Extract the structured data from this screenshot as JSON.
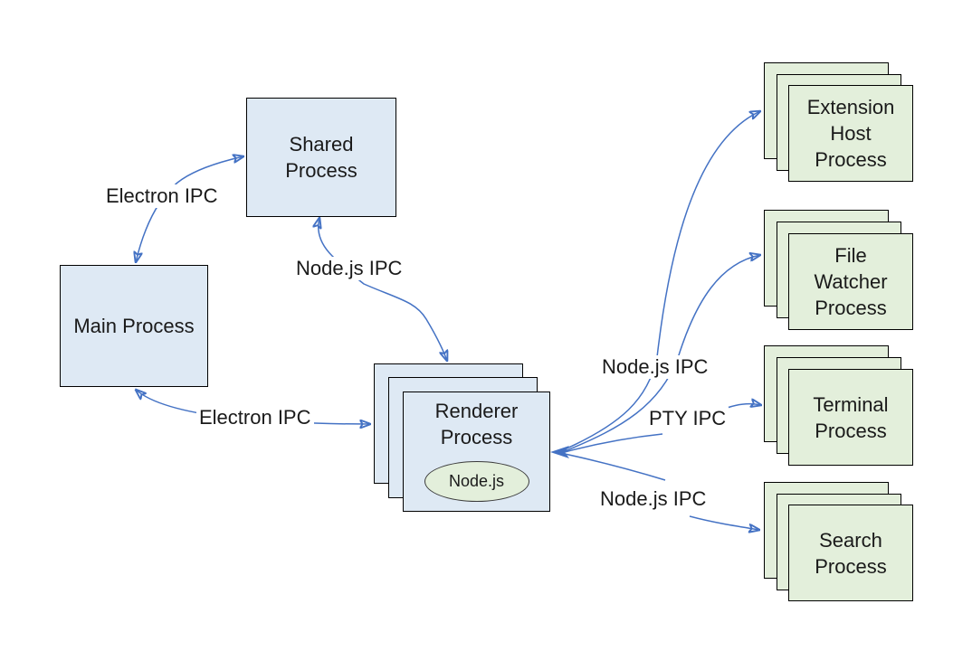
{
  "colors": {
    "arrow": "#4472c4",
    "box_blue_fill": "#dee9f4",
    "box_green_fill": "#e3efdb",
    "box_border": "#000000",
    "ellipse_fill": "#e3efdb",
    "text": "#1a1a1a",
    "background": "#ffffff"
  },
  "nodes": {
    "shared": {
      "label": "Shared\nProcess"
    },
    "main": {
      "label": "Main Process"
    },
    "renderer": {
      "label": "Renderer\nProcess",
      "runtime_badge": "Node.js"
    },
    "extension_host": {
      "label": "Extension\nHost\nProcess"
    },
    "file_watcher": {
      "label": "File\nWatcher\nProcess"
    },
    "terminal": {
      "label": "Terminal\nProcess"
    },
    "search": {
      "label": "Search\nProcess"
    }
  },
  "edges": {
    "main_shared": {
      "label": "Electron IPC"
    },
    "main_renderer": {
      "label": "Electron IPC"
    },
    "shared_renderer": {
      "label": "Node.js IPC"
    },
    "renderer_extension_file": {
      "label": "Node.js IPC"
    },
    "renderer_terminal": {
      "label": "PTY IPC"
    },
    "renderer_search": {
      "label": "Node.js IPC"
    }
  }
}
